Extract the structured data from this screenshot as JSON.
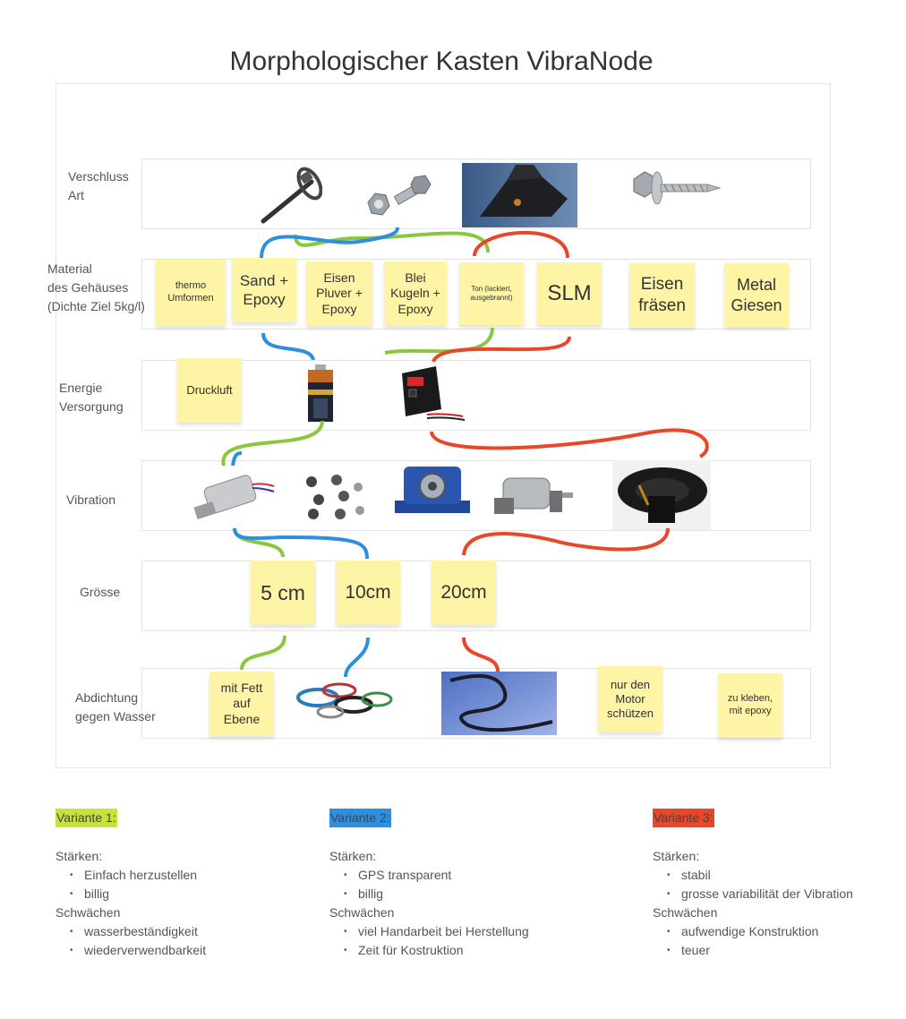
{
  "title": "Morphologischer Kasten VibraNode",
  "rows": {
    "verschluss": "Verschluss\nArt",
    "material": "Material\ndes Gehäuses\n(Dichte Ziel 5kg/l)",
    "energie": "Energie\nVersorgung",
    "vibration": "Vibration",
    "groesse": "Grösse",
    "abdichtung": "Abdichtung\ngegen Wasser"
  },
  "notes": {
    "thermo": "thermo\nUmformen",
    "sand": "Sand +\nEpoxy",
    "eisen_pulver": "Eisen\nPluver +\nEpoxy",
    "blei": "Blei\nKugeln +\nEpoxy",
    "ton": "Ton (lackiert,\nausgebrannt)",
    "slm": "SLM",
    "eisen_fraesen": "Eisen\nfräsen",
    "metal_giesen": "Metal\nGiesen",
    "druckluft": "Druckluft",
    "size_5": "5 cm",
    "size_10": "10cm",
    "size_20": "20cm",
    "fett": "mit Fett\nauf\nEbene",
    "motor": "nur den\nMotor\nschützen",
    "kleben": "zu kleben,\nmit epoxy"
  },
  "icons": {
    "cable_tie": "cable-tie-icon",
    "bolt_nut": "bolt-nut-icon",
    "bracket": "bracket-icon",
    "screw": "screw-icon",
    "battery": "battery-icon",
    "power_supply": "power-supply-icon",
    "motor": "motor-icon",
    "coin_motors": "coin-motor-icon",
    "pneumatic_vibrator": "pneumatic-vibrator-icon",
    "dc_motor": "dc-motor-icon",
    "speaker": "speaker-icon",
    "o_rings": "o-rings-icon",
    "seal_cord": "seal-cord-icon"
  },
  "colors": {
    "variant1": "#8cc63f",
    "variant2": "#2d8fe0",
    "variant3": "#e8472a",
    "note": "#fdf4a6",
    "v1_highlight": "#c5e33b",
    "v2_highlight": "#2d8fe0",
    "v3_highlight": "#e8472a"
  },
  "variants": [
    {
      "title": "Variante 1:",
      "strengths_label": "Stärken:",
      "strengths": [
        "Einfach herzustellen",
        "billig"
      ],
      "weaknesses_label": "Schwächen",
      "weaknesses": [
        "wasserbeständigkeit",
        "wiederverwendbarkeit"
      ]
    },
    {
      "title": "Variante 2:",
      "strengths_label": "Stärken:",
      "strengths": [
        "GPS transparent",
        "billig"
      ],
      "weaknesses_label": "Schwächen",
      "weaknesses": [
        "viel Handarbeit bei Herstellung",
        "Zeit für Kostruktion"
      ]
    },
    {
      "title": "Variante 3:",
      "strengths_label": "Stärken:",
      "strengths": [
        "stabil",
        "grosse variabilität der Vibration"
      ],
      "weaknesses_label": "Schwächen",
      "weaknesses": [
        "aufwendige Konstruktion",
        "teuer"
      ]
    }
  ]
}
